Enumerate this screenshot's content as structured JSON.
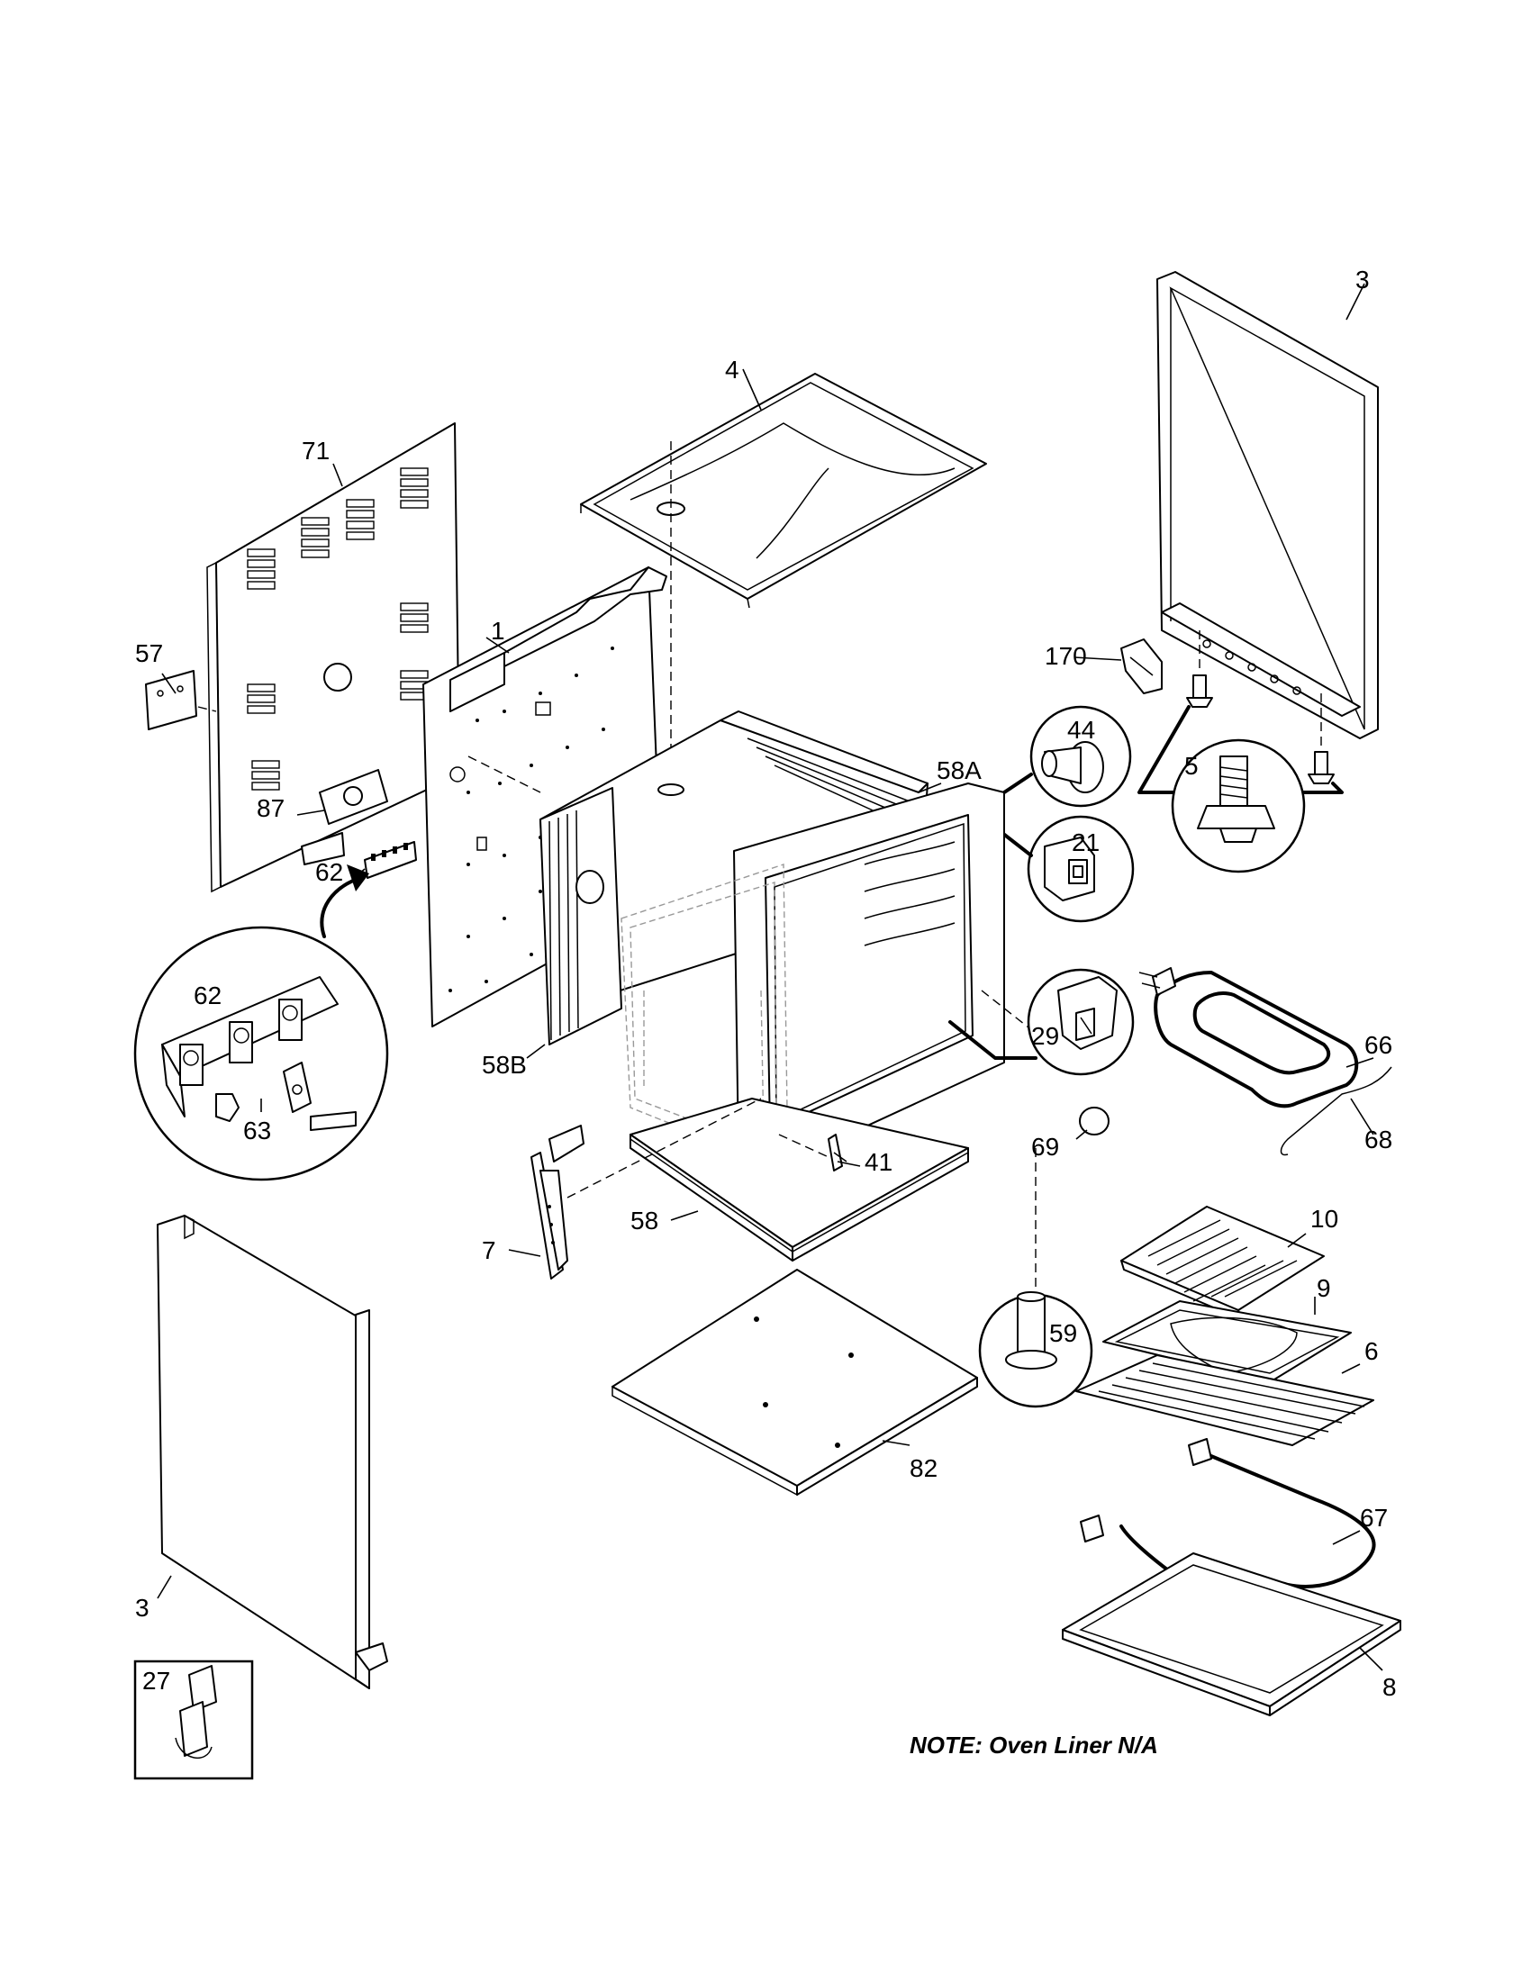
{
  "labels": {
    "p1": "1",
    "p3_right": "3",
    "p3_left": "3",
    "p4": "4",
    "p5": "5",
    "p6": "6",
    "p7": "7",
    "p8": "8",
    "p9": "9",
    "p10": "10",
    "p21": "21",
    "p27": "27",
    "p29": "29",
    "p41": "41",
    "p44": "44",
    "p57": "57",
    "p58": "58",
    "p58a": "58A",
    "p58b": "58B",
    "p59": "59",
    "p62": "62",
    "p62_detail": "62",
    "p63": "63",
    "p66": "66",
    "p67": "67",
    "p68": "68",
    "p69": "69",
    "p71": "71",
    "p82": "82",
    "p87": "87",
    "p170": "170"
  },
  "note": "NOTE:  Oven Liner N/A"
}
